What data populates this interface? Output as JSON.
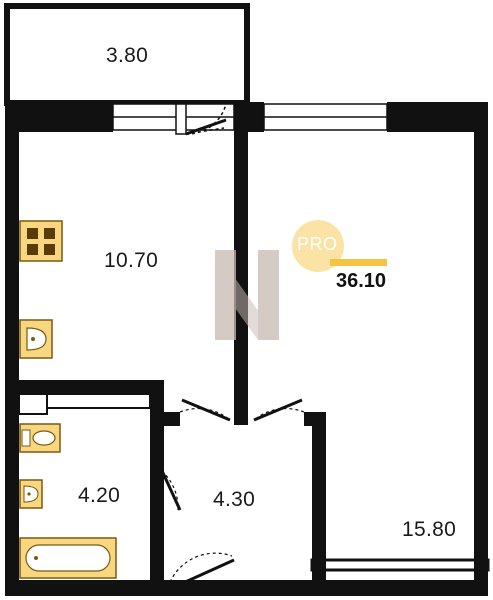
{
  "rooms": {
    "balcony": {
      "area": "3.80"
    },
    "kitchen": {
      "area": "10.70"
    },
    "bathroom": {
      "area": "4.20"
    },
    "hallway": {
      "area": "4.30"
    },
    "living_room": {
      "area": "15.80"
    }
  },
  "total": {
    "area": "36.10"
  },
  "badge": {
    "text": "PRO"
  },
  "colors": {
    "wall": "#111111",
    "fixture_fill": "#f9d680",
    "fixture_stroke": "#7a5a10",
    "badge_circle": "#fbe3a6",
    "badge_bar": "#f6c443",
    "watermark": "#c9b9b2"
  }
}
